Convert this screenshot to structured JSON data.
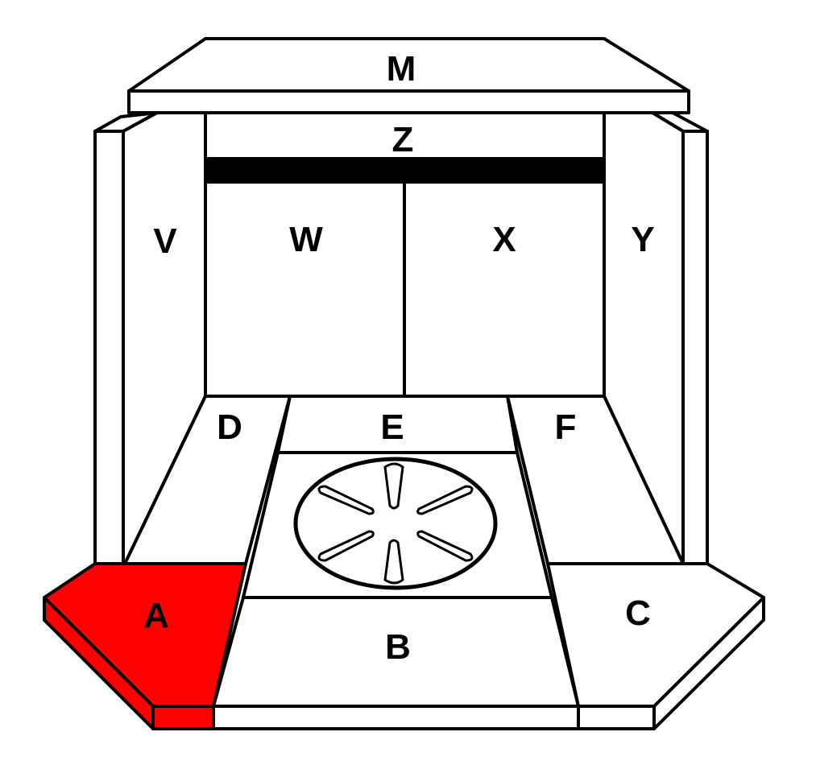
{
  "diagram": {
    "highlight_color": "#ff0000",
    "highlighted_part": "A",
    "labels": {
      "M": "M",
      "Z": "Z",
      "V": "V",
      "W": "W",
      "X": "X",
      "Y": "Y",
      "D": "D",
      "E": "E",
      "F": "F",
      "A": "A",
      "B": "B",
      "C": "C"
    }
  }
}
